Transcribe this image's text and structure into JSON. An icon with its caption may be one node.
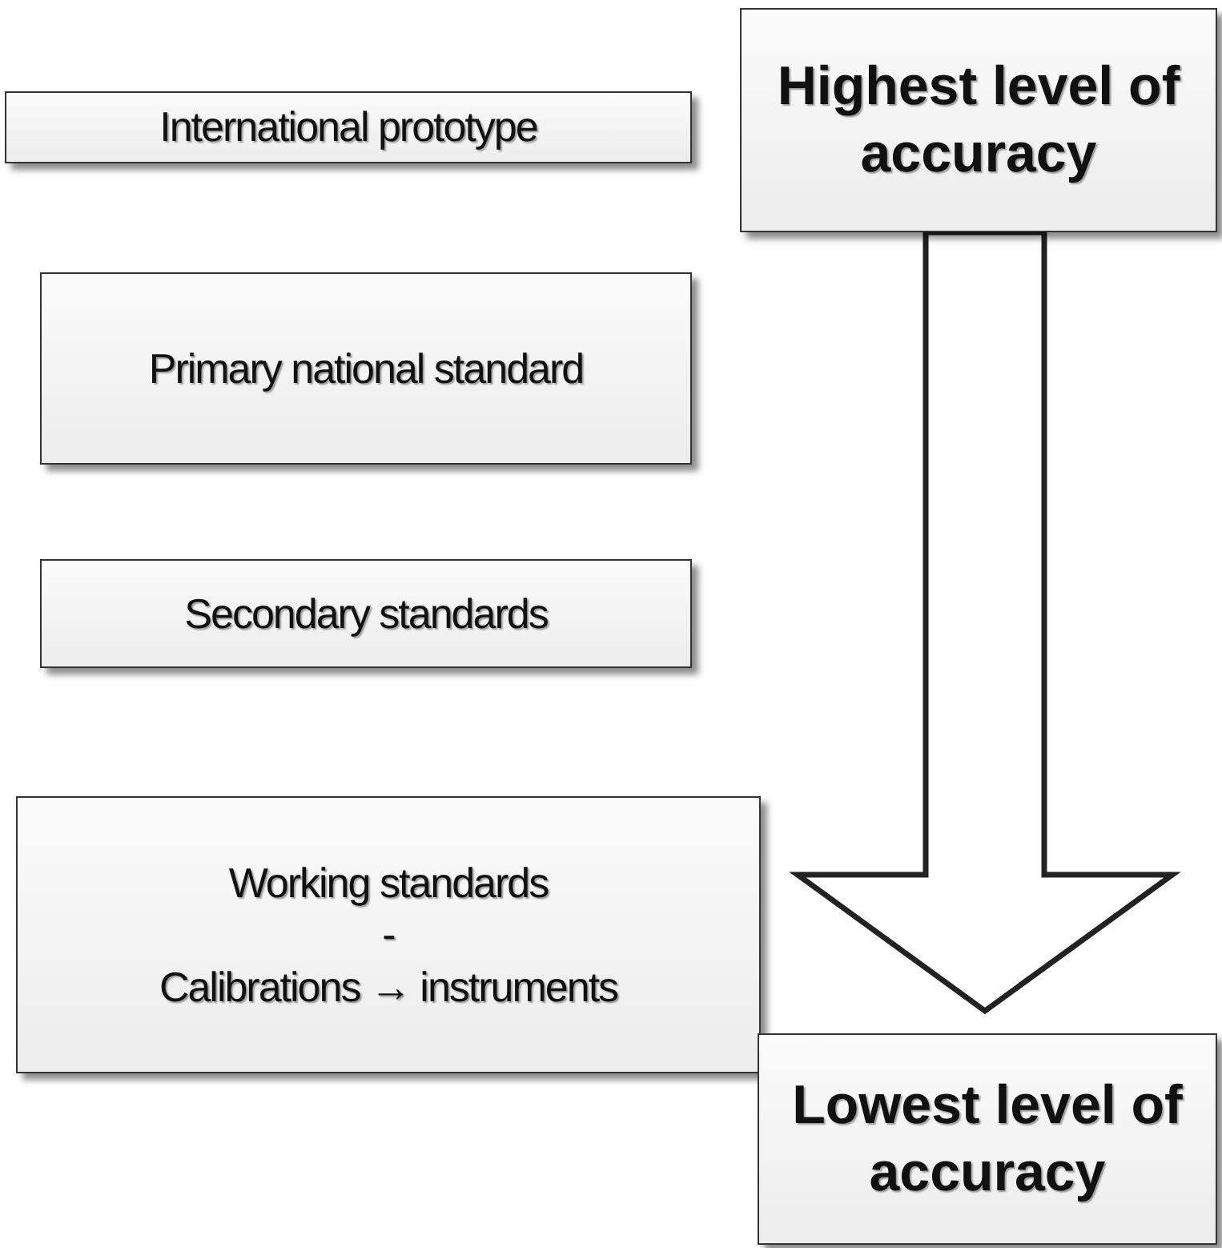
{
  "diagram": {
    "nodes": [
      {
        "text": [
          "International prototype"
        ]
      },
      {
        "text": [
          "Highest level of accuracy"
        ]
      },
      {
        "text": [
          "Primary national standard"
        ]
      },
      {
        "text": [
          "Secondary standards"
        ]
      },
      {
        "text": [
          "Working standards",
          "-",
          "Calibrations → instruments"
        ]
      },
      {
        "text": [
          "Lowest level of accuracy"
        ]
      }
    ],
    "edges": [
      {
        "from": 1,
        "to": 5,
        "arrow": "to"
      }
    ]
  }
}
